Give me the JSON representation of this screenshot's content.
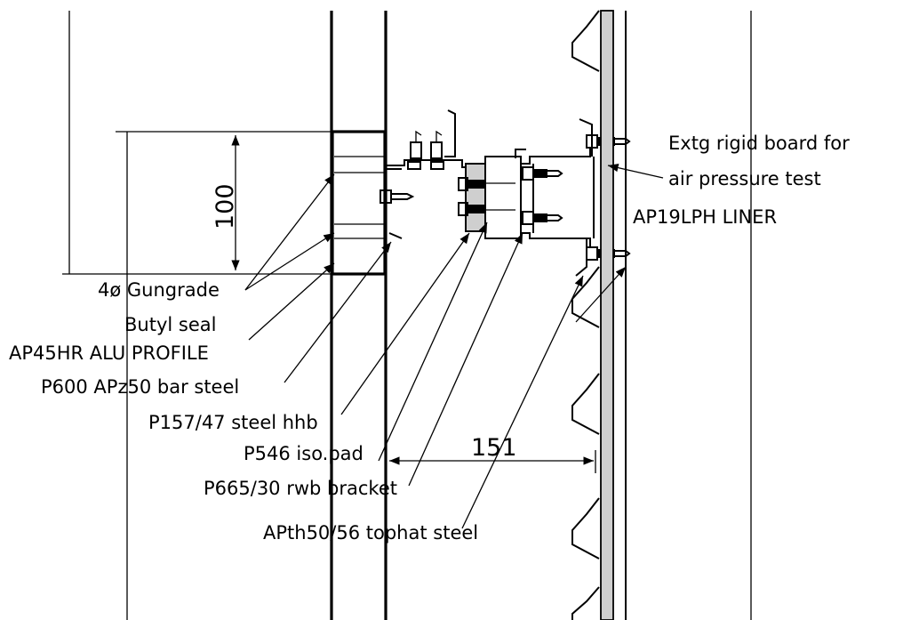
{
  "labels": {
    "gungrade": "4ø Gungrade",
    "butyl": "Butyl seal",
    "alu_profile": "AP45HR ALU PROFILE",
    "bar_steel": "P600 APz50 bar steel",
    "steel_hhb": "P157/47 steel hhb",
    "iso_pad": "P546 iso.pad",
    "rwb_bracket": "P665/30 rwb bracket",
    "tophat": "APth50/56 tophat steel",
    "board_line1": "Extg rigid board for",
    "board_line2": "air pressure test",
    "liner": "AP19LPH LINER"
  },
  "dimensions": {
    "vertical": "100",
    "horizontal": "151"
  }
}
